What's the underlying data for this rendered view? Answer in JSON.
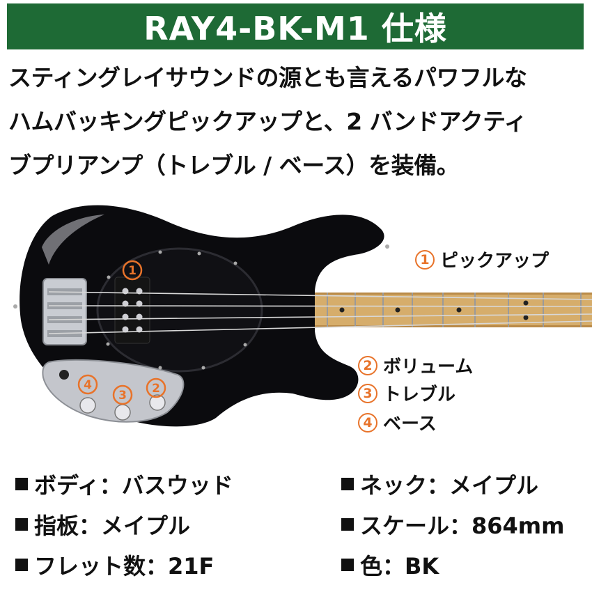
{
  "header": {
    "title": "RAY4-BK-M1 仕様",
    "bg_color": "#1e6a35"
  },
  "description": {
    "lines": [
      "スティングレイサウンドの源とも言えるパワフルな",
      "ハムバッキングピックアップと、2 バンドアクティ",
      "ブプリアンプ（トレブル / ベース）を装備。"
    ]
  },
  "callouts": {
    "accent_color": "#e8732a",
    "items": [
      {
        "num": "1",
        "label": "ピックアップ"
      },
      {
        "num": "2",
        "label": "ボリューム"
      },
      {
        "num": "3",
        "label": "トレブル"
      },
      {
        "num": "4",
        "label": "ベース"
      }
    ]
  },
  "image_markers": [
    "1",
    "2",
    "3",
    "4"
  ],
  "specs": [
    {
      "text": "ボディ：バスウッド"
    },
    {
      "text": "ネック：メイプル"
    },
    {
      "text": "指板：メイプル"
    },
    {
      "text": "スケール：864mm"
    },
    {
      "text": "フレット数：21F"
    },
    {
      "text": "色：BK"
    }
  ]
}
